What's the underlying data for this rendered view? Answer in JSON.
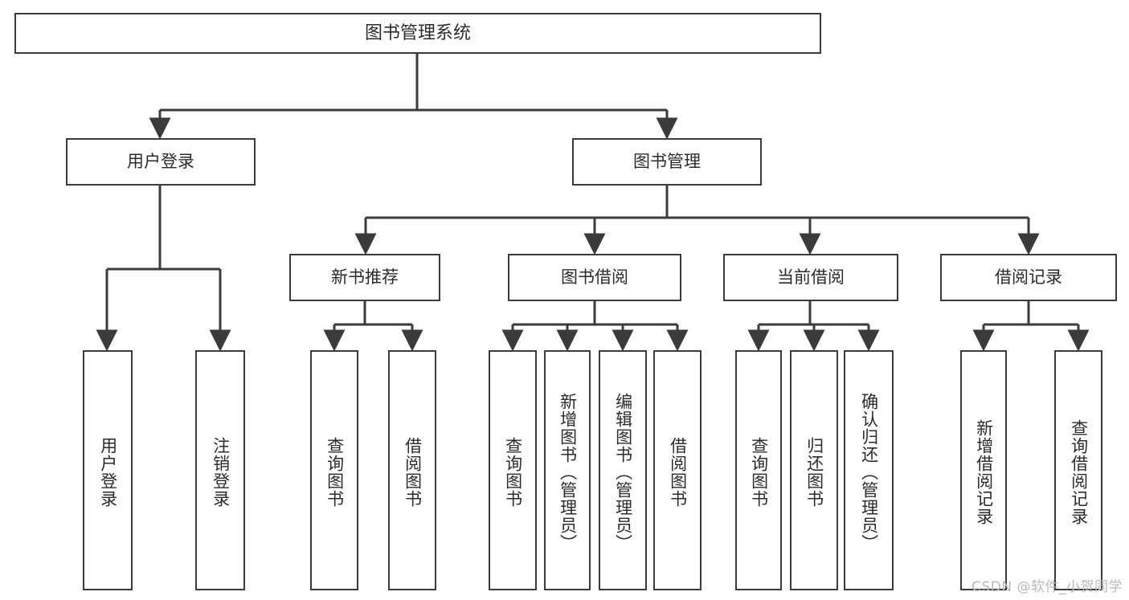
{
  "diagram": {
    "title": "图书管理系统",
    "type": "hierarchy-tree",
    "root": {
      "label": "图书管理系统"
    },
    "level2": [
      {
        "label": "用户登录"
      },
      {
        "label": "图书管理"
      }
    ],
    "level3": [
      {
        "label": "新书推荐"
      },
      {
        "label": "图书借阅"
      },
      {
        "label": "当前借阅"
      },
      {
        "label": "借阅记录"
      }
    ],
    "leaves": {
      "user_login": [
        {
          "label": "用户登录"
        },
        {
          "label": "注销登录"
        }
      ],
      "new_book_recommend": [
        {
          "label": "查询图书"
        },
        {
          "label": "借阅图书"
        }
      ],
      "book_borrow": [
        {
          "label": "查询图书"
        },
        {
          "label": "新增图书（管理员）"
        },
        {
          "label": "编辑图书（管理员）"
        },
        {
          "label": "借阅图书"
        }
      ],
      "current_borrow": [
        {
          "label": "查询图书"
        },
        {
          "label": "归还图书"
        },
        {
          "label": "确认归还（管理员）"
        }
      ],
      "borrow_record": [
        {
          "label": "新增借阅记录"
        },
        {
          "label": "查询借阅记录"
        }
      ]
    }
  },
  "watermark": {
    "text": "CSDN @软件_小贺同学"
  },
  "colors": {
    "stroke": "#3b3b3b",
    "text": "#2b2b2b",
    "background": "#ffffff",
    "watermark": "#b9b9b9"
  }
}
